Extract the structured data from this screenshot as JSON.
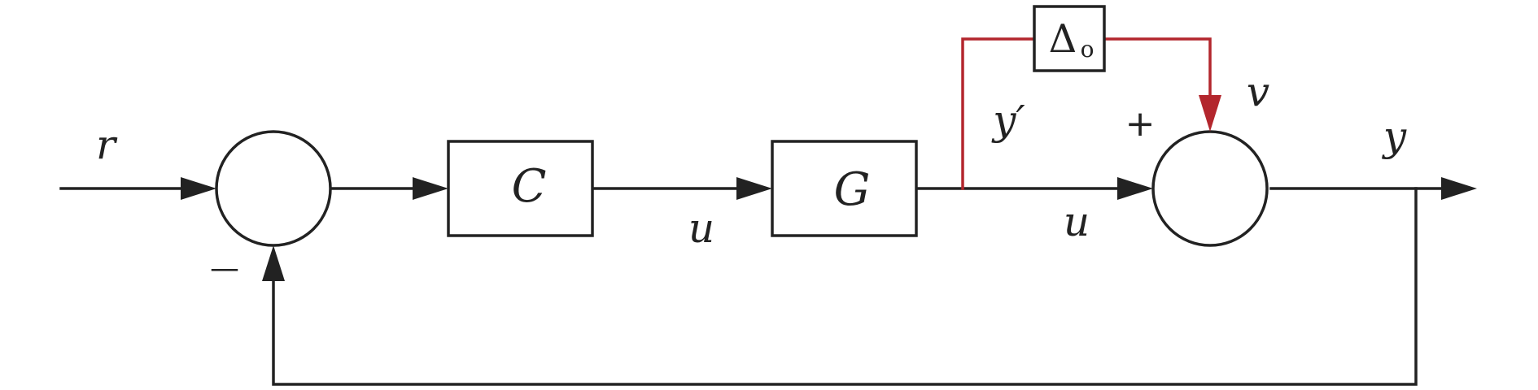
{
  "blocks": {
    "controller": "C",
    "plant": "G",
    "uncertainty_symbol": "Δ",
    "uncertainty_subscript": "o"
  },
  "signals": {
    "reference": "r",
    "control_after_controller": "u",
    "control_after_plant": "u",
    "plant_output": "y′",
    "disturbance": "v",
    "output": "y"
  },
  "signs": {
    "feedback_negative": "—",
    "sum_positive": "+"
  },
  "colors": {
    "lines": "#222222",
    "uncertainty_path": "#b3262d"
  }
}
